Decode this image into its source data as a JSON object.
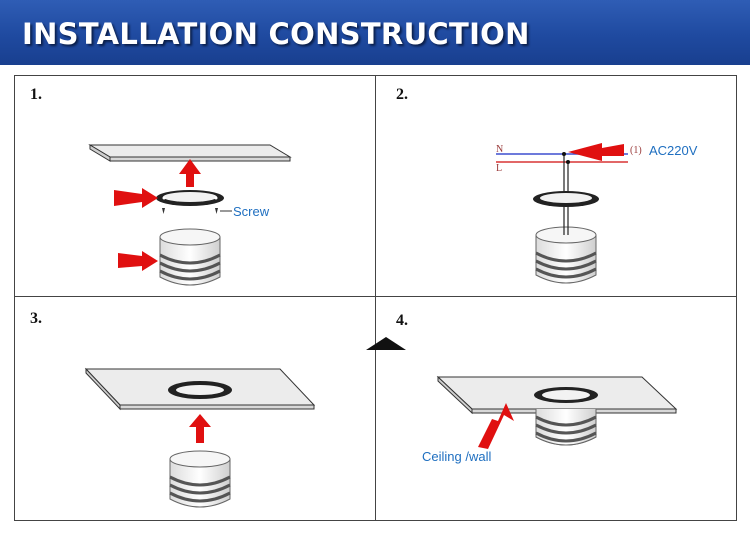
{
  "header": {
    "title": "INSTALLATION CONSTRUCTION"
  },
  "steps": [
    {
      "number": "1.",
      "annotations": {
        "screw": "Screw"
      }
    },
    {
      "number": "2.",
      "annotations": {
        "marker": "(1)",
        "voltage": "AC220V",
        "wire_n": "N",
        "wire_l": "L"
      }
    },
    {
      "number": "3."
    },
    {
      "number": "4.",
      "annotations": {
        "ceiling": "Ceiling /wall"
      }
    }
  ],
  "colors": {
    "banner": "#1f4aa0",
    "arrow": "#e01010",
    "label_blue": "#1f6fc0"
  }
}
